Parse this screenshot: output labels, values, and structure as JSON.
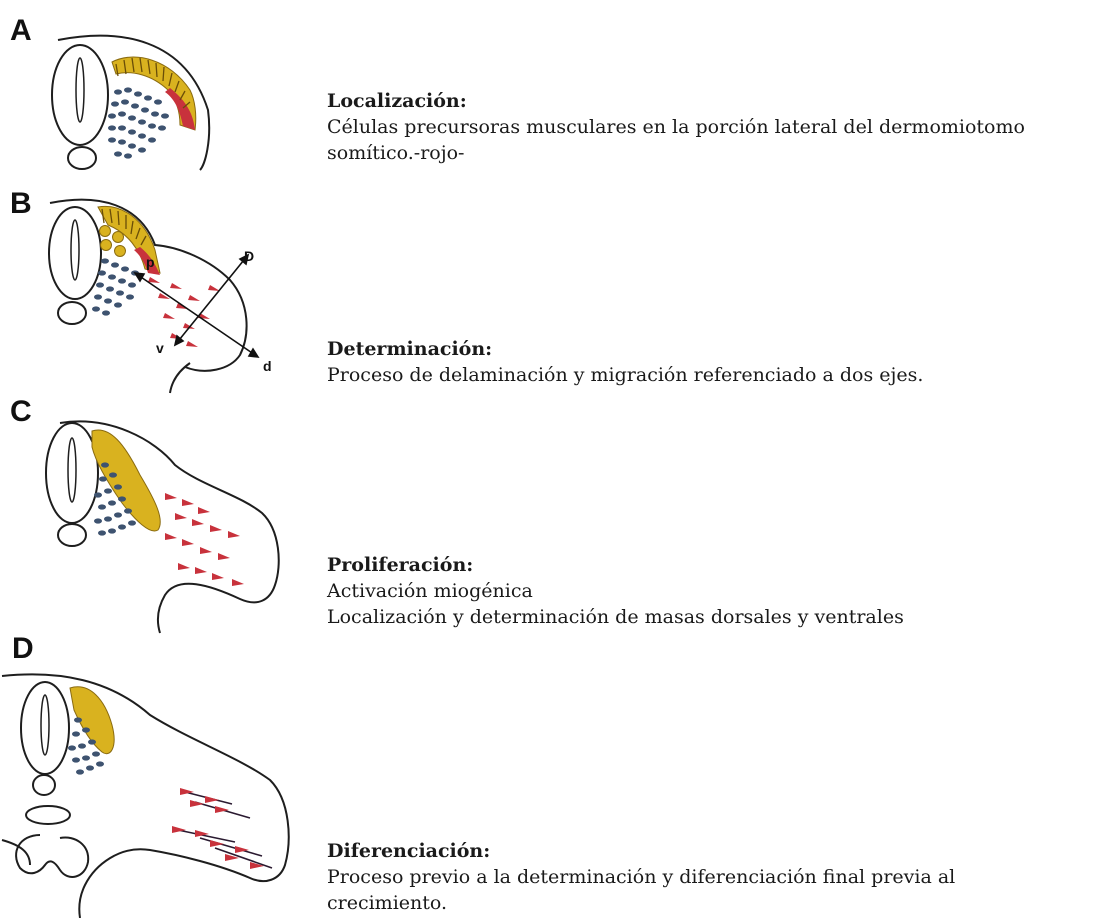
{
  "colors": {
    "red": "#c8323c",
    "yellow": "#d9b21f",
    "blue": "#3e5370",
    "outline": "#1e1e1e"
  },
  "panels": [
    {
      "letter": "A",
      "heading": "Localización:",
      "lines": [
        "Células precursoras musculares en la porción lateral del dermomiotomo somítico.-rojo-"
      ]
    },
    {
      "letter": "B",
      "heading": "Determinación:",
      "lines": [
        "Proceso de delaminación y migración referenciado a dos ejes."
      ],
      "axis_labels": {
        "p": "p",
        "D": "D",
        "v": "v",
        "d": "d"
      }
    },
    {
      "letter": "C",
      "heading": "Proliferación:",
      "lines": [
        "Activación miogénica",
        "Localización y determinación de masas dorsales y ventrales"
      ]
    },
    {
      "letter": "D",
      "heading": "Diferenciación:",
      "lines": [
        "Proceso previo a la determinación y diferenciación final previa al crecimiento."
      ]
    }
  ]
}
